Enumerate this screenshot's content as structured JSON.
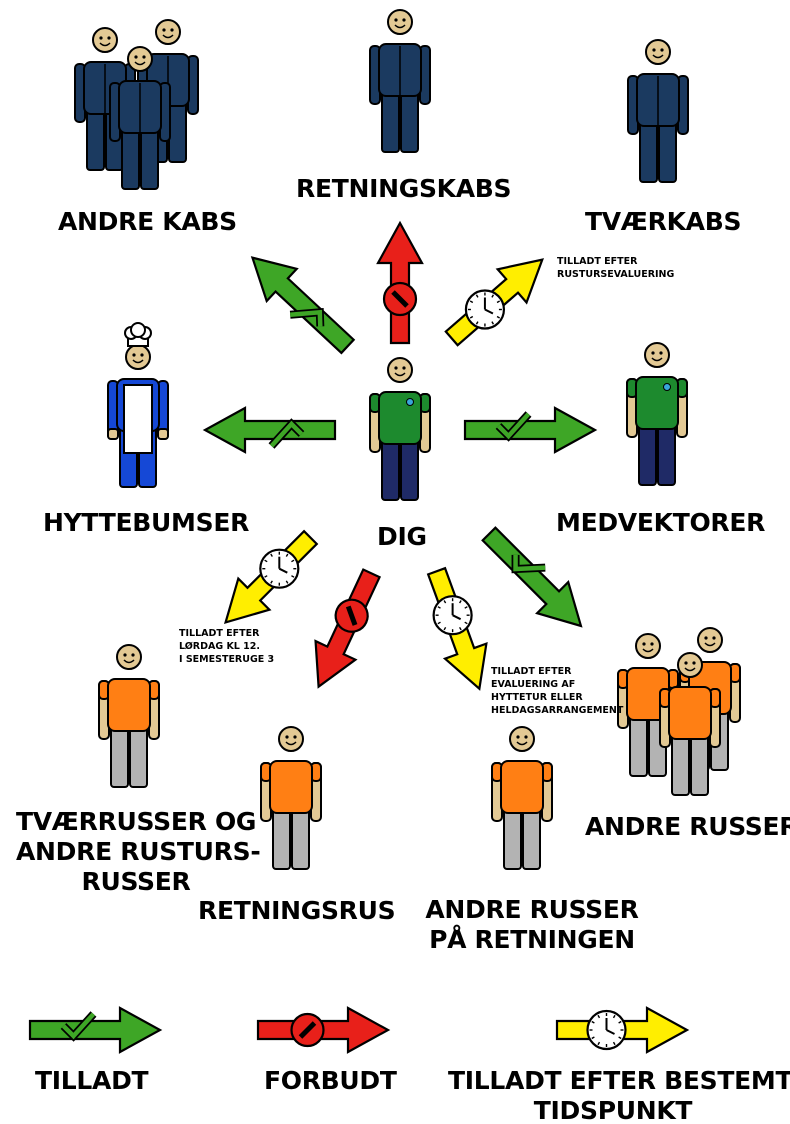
{
  "figures": {
    "you": "DIG",
    "retningskabs": "RETNINGSKABS",
    "andre_kabs": "ANDRE KABS",
    "tvaerkabs": "TVÆRKABS",
    "hyttebumser": "HYTTEBUMSER",
    "medvektorer": "MEDVEKTORER",
    "tvaerrusser": [
      "TVÆRRUSSER OG",
      "ANDRE RUSTURS-",
      "RUSSER"
    ],
    "retningsrus": "RETNINGSRUS",
    "andre_russer_retning": [
      "ANDRE RUSSER",
      "PÅ RETNINGEN"
    ],
    "andre_russer": "ANDRE RUSSER"
  },
  "notes": {
    "tvaerkabs": [
      "TILLADT EFTER",
      "RUSTURSEVALUERING"
    ],
    "tvaerrusser": [
      "TILLADT EFTER",
      "LØRDAG KL 12.",
      "I SEMESTERUGE 3"
    ],
    "andre_russer_retning": [
      "TILLADT EFTER",
      "EVALUERING AF",
      "HYTTETUR ELLER",
      "HELDAGSARRANGEMENT"
    ]
  },
  "legend": {
    "allowed": "TILLADT",
    "forbidden": "FORBUDT",
    "timed": [
      "TILLADT EFTER BESTEMT",
      "TIDSPUNKT"
    ]
  },
  "relations": [
    {
      "target": "retningskabs",
      "status": "forbidden"
    },
    {
      "target": "andre_kabs",
      "status": "allowed"
    },
    {
      "target": "tvaerkabs",
      "status": "timed"
    },
    {
      "target": "hyttebumser",
      "status": "allowed"
    },
    {
      "target": "medvektorer",
      "status": "allowed"
    },
    {
      "target": "tvaerrusser",
      "status": "timed"
    },
    {
      "target": "retningsrus",
      "status": "forbidden"
    },
    {
      "target": "andre_russer_retning",
      "status": "timed"
    },
    {
      "target": "andre_russer",
      "status": "allowed"
    }
  ],
  "colors": {
    "allowed": "#3ea626",
    "forbidden": "#e8201a",
    "timed": "#ffee00",
    "kabs_suit": "#1b3a60",
    "rus_shirt": "#ff7f14",
    "rus_pants": "#b3b3b3",
    "you_shirt": "#1d8a2e",
    "you_pants": "#1f2a66",
    "chef_blue": "#1548d6",
    "skin": "#e3c994"
  }
}
